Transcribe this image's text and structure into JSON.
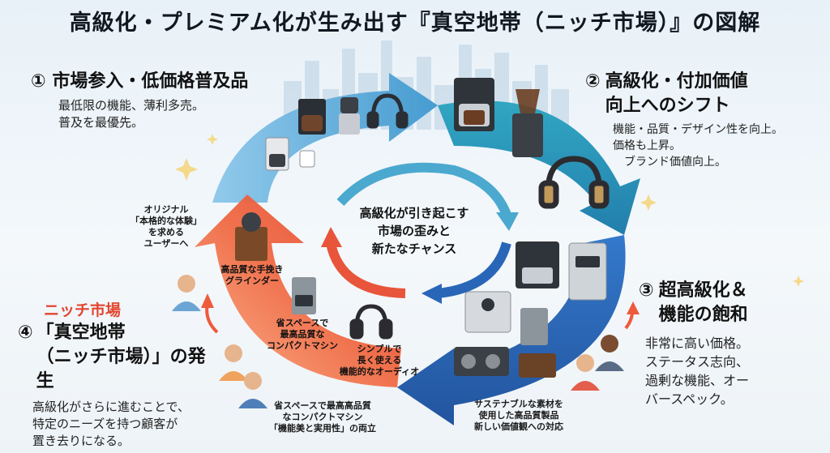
{
  "title": "高級化・プレミアム化が生み出す『真空地帯（ニッチ市場）』の図解",
  "stages": [
    {
      "num": "①",
      "heading": "市場参入・低価格普及品",
      "desc": "最低限の機能、薄利多売。\n普及を最優先。"
    },
    {
      "num": "②",
      "heading": "高級化・付加価値\n向上へのシフト",
      "desc": "機能・品質・デザイン性を向上。\n価格も上昇。\n　ブランド価値向上。"
    },
    {
      "num": "③",
      "heading": "超高級化＆\n機能の飽和",
      "desc": "非常に高い価格。\nステータス志向、\n過剰な機能、オー\nバースペック。"
    },
    {
      "num": "④",
      "heading": "「真空地帯\n（ニッチ市場）」の発生",
      "desc": "高級化がさらに進むことで、\n特定のニーズを持つ顧客が\n置き去りになる。"
    }
  ],
  "niche_label": "ニッチ市場",
  "center_text": "高級化が引き起こす\n市場の歪みと\n新たなチャンス",
  "annotations": {
    "original_user": "オリジナル\n「本格的な体験」\nを求める\nユーザーへ",
    "grinder": "高品質な手挽き\nグラインダー",
    "compact_machine": "省スペースで\n最高品質な\nコンパクトマシン",
    "audio": "シンプルで\n長く使える\n機能的なオーディオ",
    "bottom_left": "省スペースで最高高品質\nなコンパクトマシン\n「機能美と実用性」の両立",
    "bottom_right": "サステナブルな素材を\n使用した高品質製品\n新しい価値観への対応"
  },
  "colors": {
    "stage1": "#5aa6d6",
    "stage2": "#1b8fb0",
    "stage3": "#1f5fb5",
    "stage4": "#ee5a3c",
    "accent": "#e2452f"
  }
}
